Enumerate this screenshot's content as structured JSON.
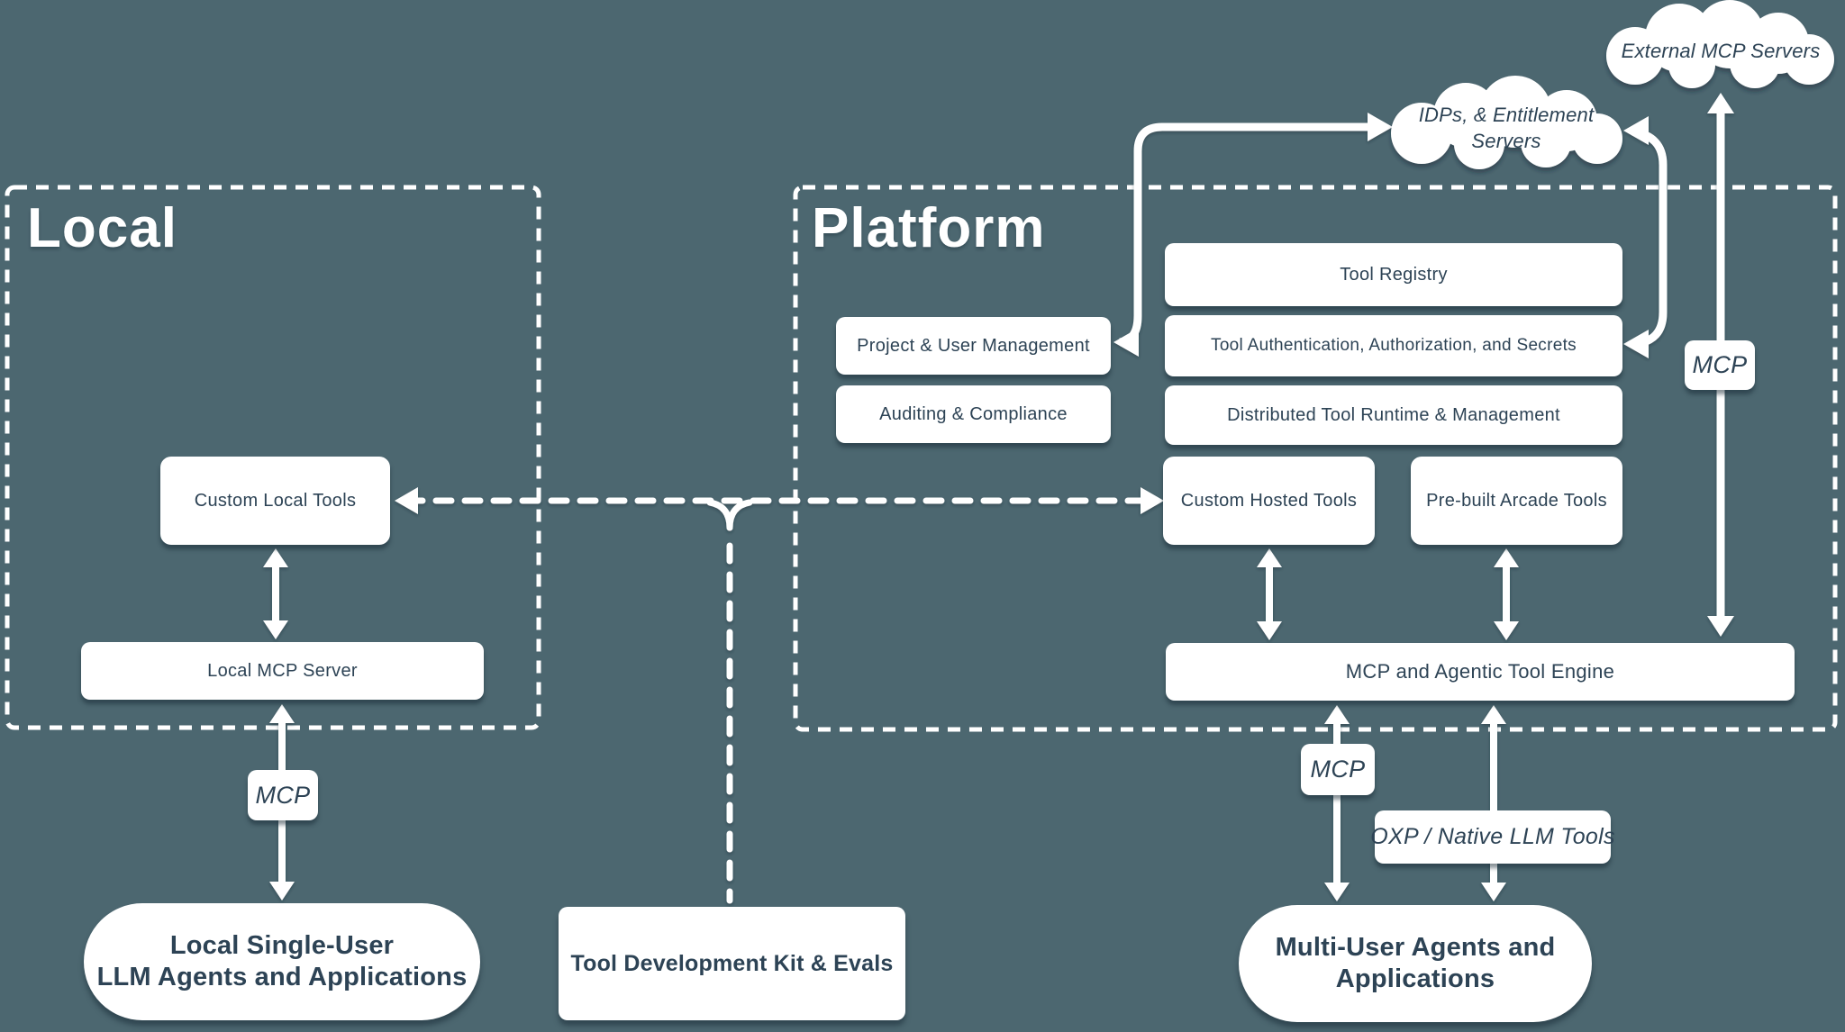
{
  "colors": {
    "background": "#4c6770",
    "ink": "#2d4355",
    "line": "#ffffff"
  },
  "local": {
    "title": "Local",
    "custom_local_tools": "Custom Local Tools",
    "local_mcp_server": "Local MCP Server"
  },
  "platform": {
    "title": "Platform",
    "tool_registry": "Tool Registry",
    "project_user_management": "Project & User Management",
    "tool_authentication": "Tool Authentication, Authorization, and Secrets",
    "auditing_compliance": "Auditing & Compliance",
    "distributed_runtime": "Distributed Tool Runtime & Management",
    "custom_hosted_tools": "Custom Hosted Tools",
    "prebuilt_arcade_tools": "Pre-built Arcade Tools",
    "mcp_engine": "MCP and Agentic Tool Engine"
  },
  "clouds": {
    "external_mcp": "External MCP Servers",
    "idps_line1": "IDPs, & Entitlement",
    "idps_line2": "Servers"
  },
  "protocol_labels": {
    "mcp_local": "MCP",
    "mcp_platform": "MCP",
    "mcp_external": "MCP",
    "oxp": "OXP / Native LLM Tools"
  },
  "bottom": {
    "local_agents_line1": "Local Single-User",
    "local_agents_line2": "LLM Agents and Applications",
    "tool_dev_kit": "Tool Development Kit & Evals",
    "multi_user_line1": "Multi-User Agents and",
    "multi_user_line2": "Applications"
  }
}
